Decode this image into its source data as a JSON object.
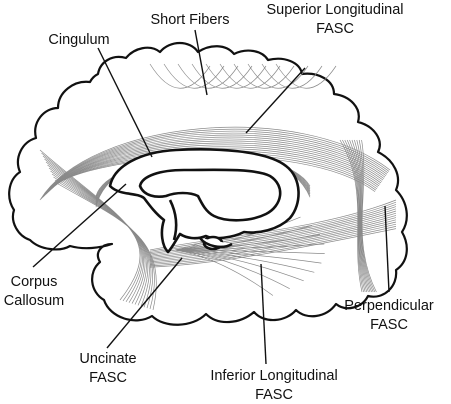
{
  "labels": {
    "short_fibers": "Short Fibers",
    "slf_line1": "Superior Longitudinal",
    "slf_line2": "FASC",
    "cingulum": "Cingulum",
    "corpus_line1": "Corpus",
    "corpus_line2": "Callosum",
    "uncinate_line1": "Uncinate",
    "uncinate_line2": "FASC",
    "ilf_line1": "Inferior Longitudinal",
    "ilf_line2": "FASC",
    "perp_line1": "Perpendicular",
    "perp_line2": "FASC"
  },
  "colors": {
    "outline": "#111111",
    "fibers": "#8a8a8a",
    "background": "#ffffff"
  }
}
